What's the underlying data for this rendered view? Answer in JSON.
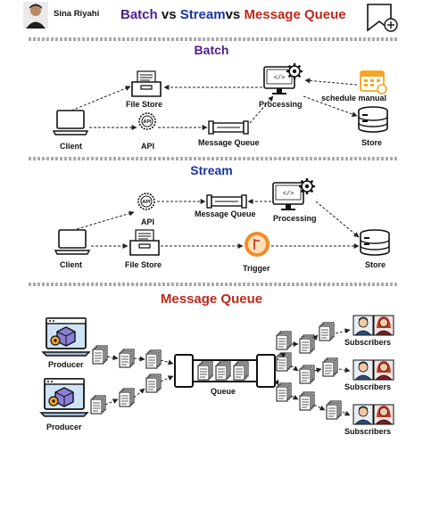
{
  "header": {
    "author": "Sina Riyahi",
    "title": [
      {
        "text": "Batch",
        "color": "#4b1f8c"
      },
      {
        "text": " vs ",
        "color": "#111111"
      },
      {
        "text": "Stream",
        "color": "#1a33a6"
      },
      {
        "text": "vs ",
        "color": "#111111"
      },
      {
        "text": "Message Queue",
        "color": "#c0281c"
      }
    ],
    "icons": [
      "avatar",
      "bookmark-add-icon"
    ]
  },
  "sections": {
    "batch": {
      "title": "Batch",
      "title_color": "#4b1f8c",
      "labels": {
        "file_store": "File Store",
        "processing": "Processing",
        "schedule": "schedule manual",
        "client": "Client",
        "api": "API",
        "queue": "Message Queue",
        "store": "Store"
      }
    },
    "stream": {
      "title": "Stream",
      "title_color": "#1a33a6",
      "labels": {
        "api": "API",
        "queue": "Message Queue",
        "processing": "Processing",
        "client": "Client",
        "file_store": "File Store",
        "trigger": "Trigger",
        "store": "Store"
      }
    },
    "mq": {
      "title": "Message Queue",
      "title_color": "#c0281c",
      "labels": {
        "producer1": "Producer",
        "producer2": "Producer",
        "queue": "Queue",
        "subs1": "Subscribers",
        "subs2": "Subscribers",
        "subs3": "Subscribers"
      }
    }
  },
  "colors": {
    "ink": "#111111",
    "monitor_blue": "#cfe3f7",
    "producer_purple": "#8a7fd6",
    "trigger_orange": "#f28c28",
    "calendar_orange": "#f5a623",
    "avatar_red": "#c0392b",
    "avatar_blue": "#2e4a7a"
  }
}
